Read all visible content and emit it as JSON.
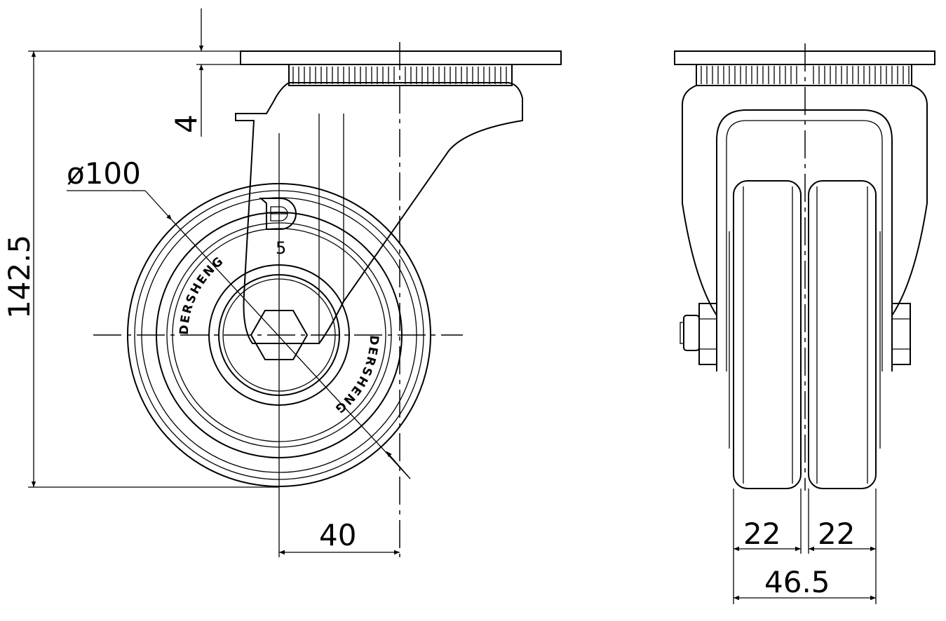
{
  "drawing": {
    "side_view": {
      "plate_thickness_label": "4",
      "diameter_label": "ø100",
      "height_label": "142.5",
      "offset_label": "40",
      "model_number": "5",
      "brand_text": "DERSHENG",
      "logo_letter": "D"
    },
    "front_view": {
      "wheel_width_left_label": "22",
      "wheel_width_right_label": "22",
      "total_width_label": "46.5"
    }
  }
}
